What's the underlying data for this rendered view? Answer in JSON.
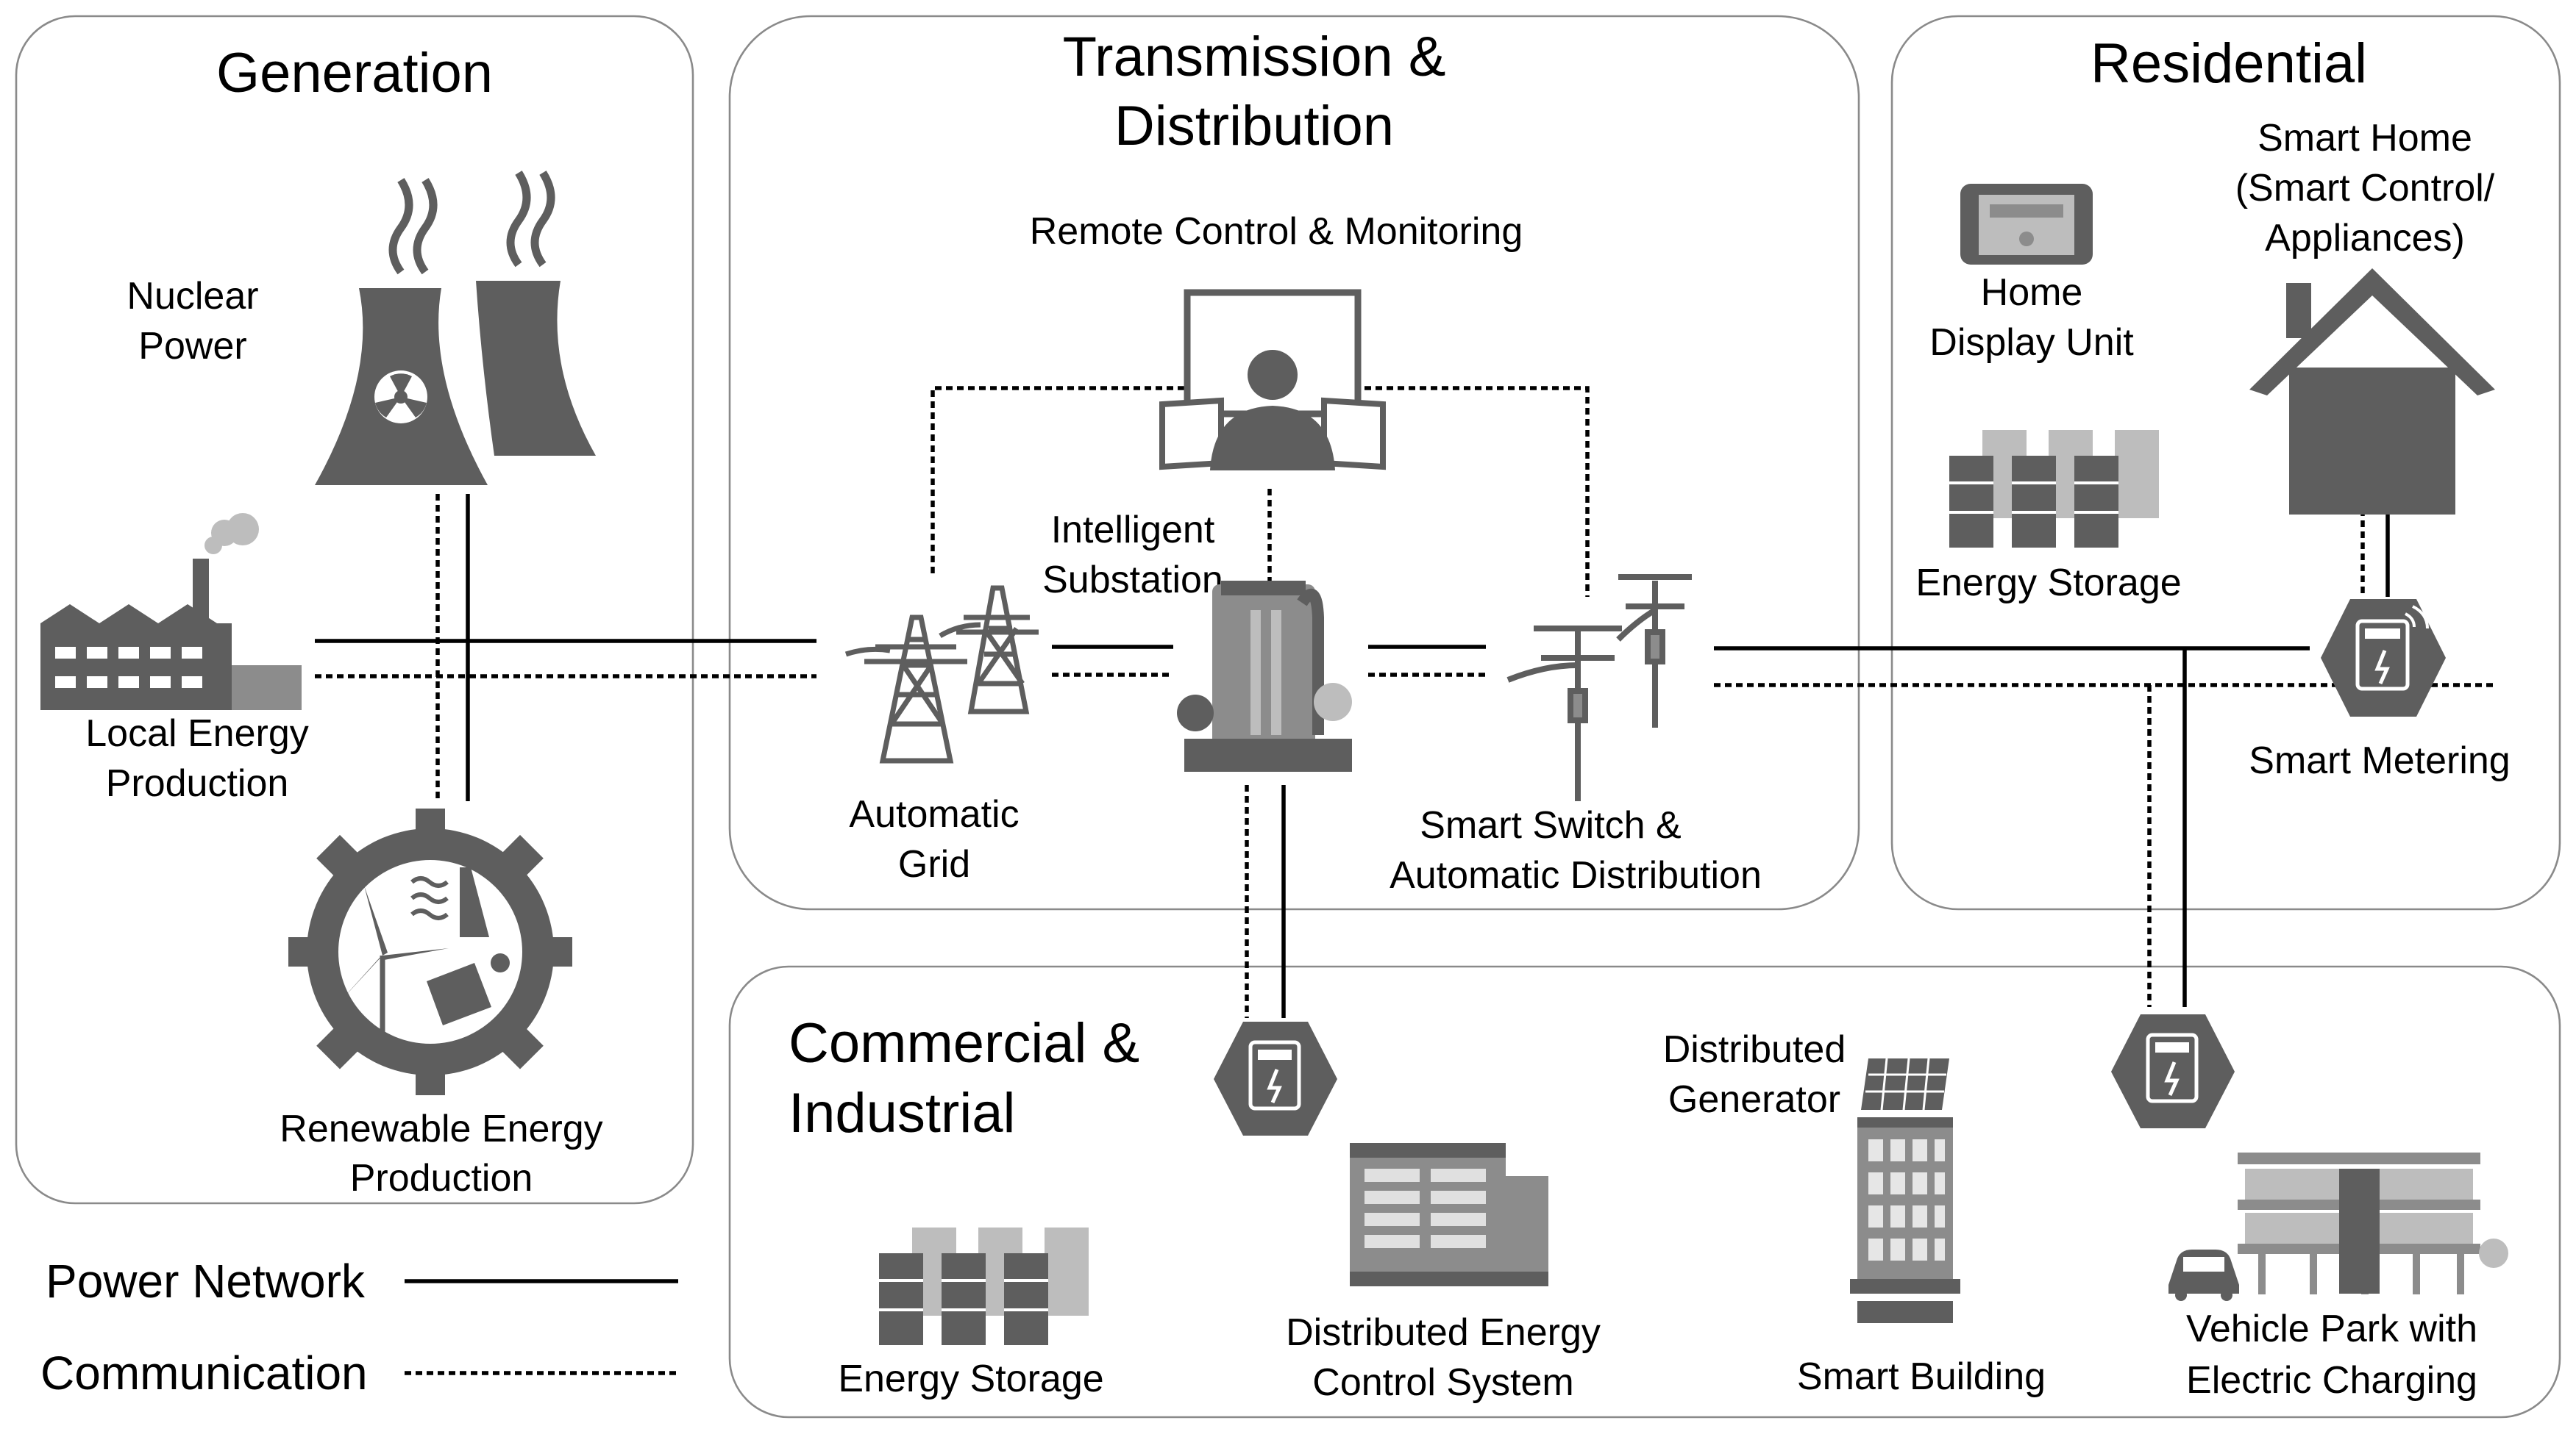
{
  "sections": {
    "generation": {
      "title": "Generation"
    },
    "transmission": {
      "title_line1": "Transmission &",
      "title_line2": "Distribution"
    },
    "residential": {
      "title": "Residential"
    },
    "commercial": {
      "title_line1": "Commercial &",
      "title_line2": "Industrial"
    }
  },
  "labels": {
    "nuclear": [
      "Nuclear",
      "Power"
    ],
    "local_energy": [
      "Local Energy",
      "Production"
    ],
    "renewable": [
      "Renewable Energy",
      "Production"
    ],
    "remote_control": [
      "Remote Control & Monitoring"
    ],
    "intelligent_substation": [
      "Intelligent",
      "Substation"
    ],
    "automatic_grid": [
      "Automatic",
      "Grid"
    ],
    "smart_switch": [
      "Smart Switch &",
      "Automatic Distribution"
    ],
    "home_display": [
      "Home",
      "Display Unit"
    ],
    "smart_home": [
      "Smart Home",
      "(Smart Control/",
      "Appliances)"
    ],
    "res_energy_storage": [
      "Energy Storage"
    ],
    "smart_metering": [
      "Smart Metering"
    ],
    "ci_energy_storage": [
      "Energy Storage"
    ],
    "dist_energy_control": [
      "Distributed Energy",
      "Control System"
    ],
    "dist_generator": [
      "Distributed",
      "Generator"
    ],
    "smart_building": [
      "Smart Building"
    ],
    "vehicle_park": [
      "Vehicle Park with",
      "Electric Charging"
    ]
  },
  "legend": {
    "power": "Power Network",
    "communication": "Communication"
  },
  "icons": [
    "nuclear-plant-icon",
    "factory-icon",
    "renewable-gear-icon",
    "monitor-operator-icon",
    "transmission-tower-icon",
    "substation-icon",
    "utility-pole-icon",
    "home-display-icon",
    "house-icon",
    "battery-storage-icon",
    "smart-meter-icon",
    "control-cabinet-icon",
    "smart-building-icon",
    "parking-garage-icon",
    "car-icon"
  ],
  "colors": {
    "line": "#000000",
    "panel_border": "#8a8a8a",
    "icon_dark": "#5e5e5e",
    "icon_mid": "#8c8c8c",
    "icon_light": "#bdbdbd"
  }
}
